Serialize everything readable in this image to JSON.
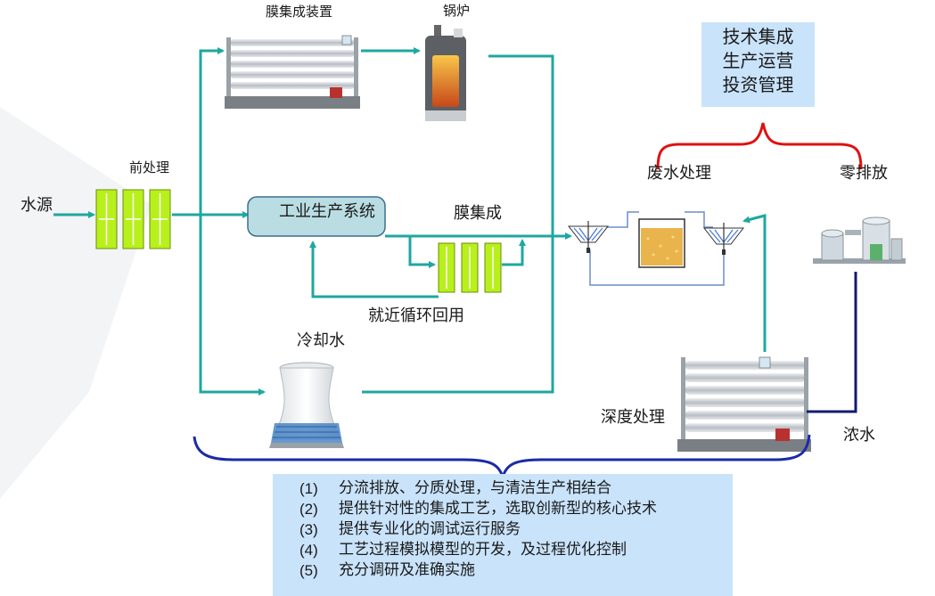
{
  "labels": {
    "water_source": "水源",
    "pretreatment": "前处理",
    "membrane_device": "膜集成装置",
    "boiler": "锅炉",
    "industrial_system": "工业生产系统",
    "membrane_integration": "膜集成",
    "nearby_recycle": "就近循环回用",
    "cooling_water": "冷却水",
    "wastewater_treatment": "废水处理",
    "zero_discharge": "零排放",
    "advanced_treatment": "深度处理",
    "concentrate": "浓水"
  },
  "tech_box": {
    "lines": [
      "技术集成",
      "生产运营",
      "投资管理"
    ]
  },
  "points": [
    {
      "num": "(1)",
      "text": "分流排放、分质处理，与清洁生产相结合"
    },
    {
      "num": "(2)",
      "text": "提供针对性的集成工艺，选取创新型的核心技术"
    },
    {
      "num": "(3)",
      "text": "提供专业化的调试运行服务"
    },
    {
      "num": "(4)",
      "text": "工艺过程模拟模型的开发，及过程优化控制"
    },
    {
      "num": "(5)",
      "text": "充分调研及准确实施"
    }
  ],
  "colors": {
    "pipe": "#1fa7a0",
    "filter": "#b8f01c",
    "brace_red": "#e01010",
    "brace_blue": "#1a2aa8",
    "concentrate_line": "#101c6c",
    "box_bg": "#c9e3fb"
  }
}
